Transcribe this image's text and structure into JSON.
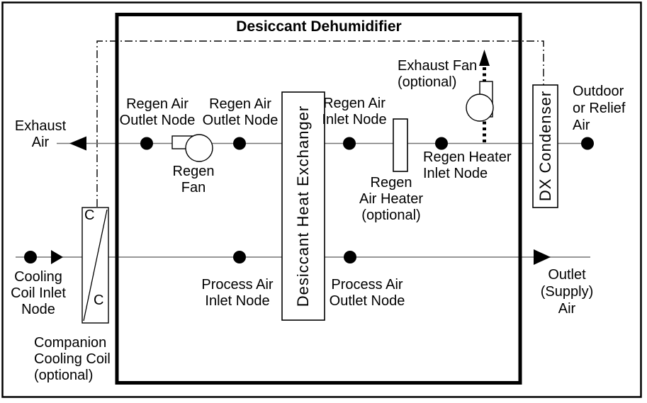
{
  "colors": {
    "ink": "#000000",
    "flow_line": "#757575",
    "background": "#ffffff"
  },
  "title": "Desiccant Dehumidifier",
  "labels": {
    "exhaust_air": "Exhaust\nAir",
    "regen_air_outlet_node_1": "Regen Air\nOutlet Node",
    "regen_air_outlet_node_2": "Regen Air\nOutlet Node",
    "regen_fan": "Regen\nFan",
    "regen_air_inlet_node": "Regen Air\nInlet Node",
    "exhaust_fan": "Exhaust Fan\n(optional)",
    "regen_heater_inlet_node": "Regen Heater\nInlet Node",
    "regen_air_heater": "Regen\nAir Heater\n(optional)",
    "outdoor_relief_air": "Outdoor\nor Relief\nAir",
    "cooling_coil_inlet_node": "Cooling\nCoil Inlet\nNode",
    "process_air_inlet_node": "Process Air\nInlet Node",
    "process_air_outlet_node": "Process Air\nOutlet Node",
    "outlet_supply_air": "Outlet\n(Supply)\nAir",
    "companion_cooling_coil": "Companion\nCooling Coil\n(optional)",
    "desiccant_heat_exchanger": "Desiccant Heat Exchanger",
    "dx_condenser": "DX Condenser",
    "coil_symbol_top": "C",
    "coil_symbol_bottom": "C"
  }
}
